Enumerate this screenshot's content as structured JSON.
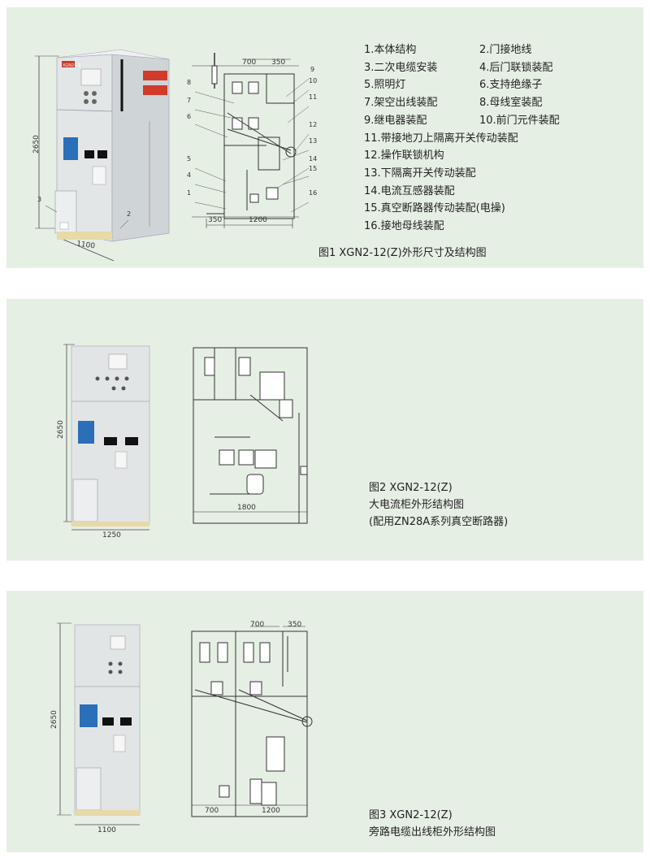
{
  "figure1": {
    "caption": "图1 XGN2-12(Z)外形尺寸及结构图",
    "height_dim": "2650",
    "width_dim": "1100",
    "photo_badge": "XGN2-12",
    "photo_callouts": [
      "3",
      "2"
    ],
    "drawing_dims": [
      "700",
      "350",
      "350",
      "1200"
    ],
    "drawing_callouts": [
      "8",
      "7",
      "6",
      "5",
      "4",
      "1",
      "9",
      "10",
      "11",
      "12",
      "13",
      "14",
      "15",
      "16"
    ],
    "legend": [
      [
        "1.本体结构",
        "2.门接地线"
      ],
      [
        "3.二次电缆安装",
        "4.后门联锁装配"
      ],
      [
        "5.照明灯",
        "6.支持绝缘子"
      ],
      [
        "7.架空出线装配",
        "8.母线室装配"
      ],
      [
        "9.继电器装配",
        "10.前门元件装配"
      ],
      [
        "11.带接地刀上隔离开关传动装配"
      ],
      [
        "12.操作联锁机构"
      ],
      [
        "13.下隔离开关传动装配"
      ],
      [
        "14.电流互感器装配"
      ],
      [
        "15.真空断路器传动装配(电操)"
      ],
      [
        "16.接地母线装配"
      ]
    ]
  },
  "figure2": {
    "caption_lines": [
      "图2 XGN2-12(Z)",
      "大电流柜外形结构图",
      "(配用ZN28A系列真空断路器)"
    ],
    "height_dim": "2650",
    "width_dim": "1250",
    "drawing_width_dim": "1800"
  },
  "figure3": {
    "caption_lines": [
      "图3 XGN2-12(Z)",
      "旁路电缆出线柜外形结构图"
    ],
    "height_dim": "2650",
    "width_dim": "1100",
    "drawing_dims": [
      "700",
      "350",
      "700",
      "1200"
    ]
  },
  "colors": {
    "panel": "#e6efe4",
    "cabinet": "#dde1e2",
    "line": "#333333",
    "accent_red": "#d23a2a",
    "accent_blue": "#2a6fb8"
  }
}
